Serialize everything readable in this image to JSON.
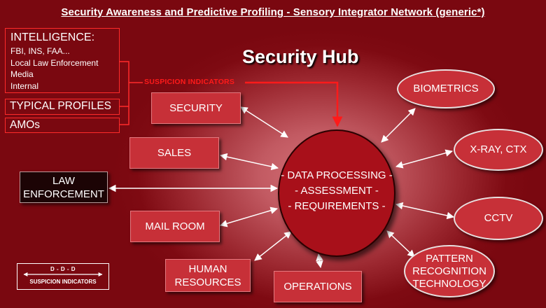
{
  "title": "Security Awareness and Predictive Profiling  -  Sensory Integrator Network (generic*)",
  "hub_title": "Security Hub",
  "sources": {
    "intelligence_heading": "INTELLIGENCE:",
    "intelligence_items": [
      "FBI, INS, FAA...",
      "Local Law Enforcement",
      "Media",
      "Internal"
    ],
    "typical_profiles": "TYPICAL PROFILES",
    "amos": "AMOs",
    "suspicion_indicators": "SUSPICION INDICATORS"
  },
  "left_nodes": {
    "security": "SECURITY",
    "sales": "SALES",
    "law_enforcement_line1": "LAW",
    "law_enforcement_line2": "ENFORCEMENT",
    "mail_room": "MAIL ROOM",
    "human_resources_line1": "HUMAN",
    "human_resources_line2": "RESOURCES",
    "operations": "OPERATIONS"
  },
  "hub": {
    "line1": "- DATA PROCESSING -",
    "line2": "- ASSESSMENT -",
    "line3": "- REQUIREMENTS -"
  },
  "right_nodes": {
    "biometrics": "BIOMETRICS",
    "xray": "X-RAY, CTX",
    "cctv": "CCTV",
    "prt_line1": "PATTERN",
    "prt_line2": "RECOGNITION",
    "prt_line3": "TECHNOLOGY"
  },
  "legend": {
    "ddd": "D - D - D",
    "label": "SUSPICION INDICATORS"
  },
  "colors": {
    "background": "#7e0a12",
    "node_fill": "#c73038",
    "hub_fill": "#a8101a",
    "indicator_line": "#ff1a1a"
  }
}
